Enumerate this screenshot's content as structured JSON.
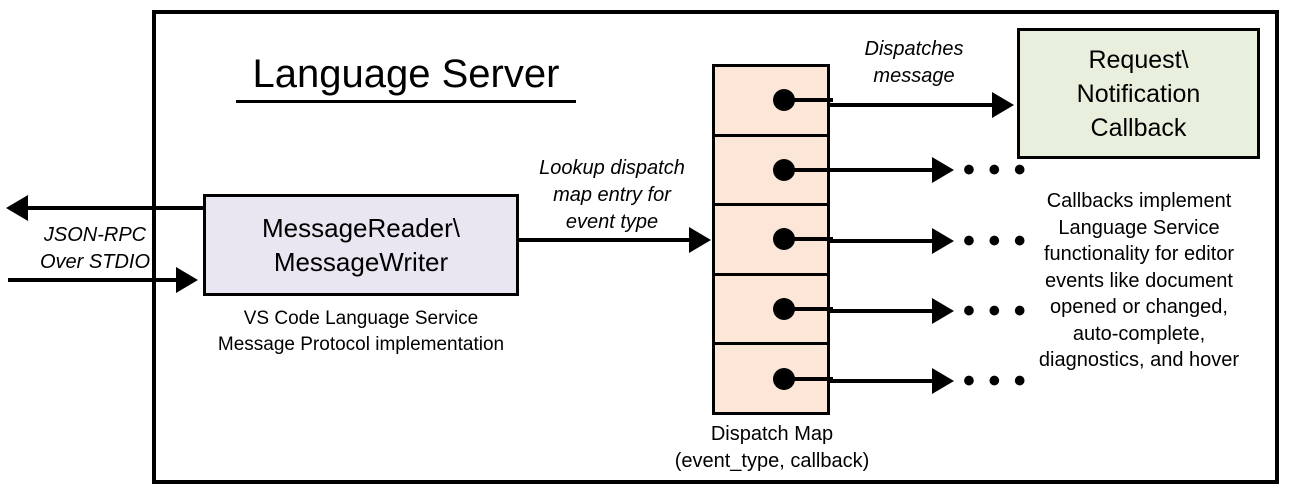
{
  "diagram": {
    "title": "Language Server",
    "frame_border_color": "#000000",
    "background": "#ffffff"
  },
  "reader": {
    "label": "MessageReader\\\nMessageWriter",
    "line1": "MessageReader\\",
    "line2": "MessageWriter",
    "fill": "#EAE6F1",
    "caption_line1": "VS Code Language Service",
    "caption_line2": "Message Protocol implementation"
  },
  "io": {
    "label_line1": "JSON-RPC",
    "label_line2": "Over STDIO",
    "outbound_arrow": "arrow-left-icon",
    "inbound_arrow": "arrow-right-icon"
  },
  "lookup": {
    "label_line1": "Lookup dispatch",
    "label_line2": "map entry for",
    "label_line3": "event type"
  },
  "dispatch_map": {
    "fill": "#FBE6D7",
    "rows": 5,
    "row_dot_icon": "filled-circle-icon",
    "caption_line1": "Dispatch Map",
    "caption_line2": "(event_type, callback)"
  },
  "dispatches": {
    "label_line1": "Dispatches",
    "label_line2": "message"
  },
  "callback": {
    "fill": "#E9EFDD",
    "line1": "Request\\",
    "line2": "Notification",
    "line3": "Callback",
    "caption_line1": "Callbacks implement",
    "caption_line2": "Language Service",
    "caption_line3": "functionality for editor",
    "caption_line4": "events like document",
    "caption_line5": "opened or changed,",
    "caption_line6": "auto-complete,",
    "caption_line7": "diagnostics, and hover"
  },
  "ellipses": {
    "glyph": "• • •",
    "count": 4
  }
}
